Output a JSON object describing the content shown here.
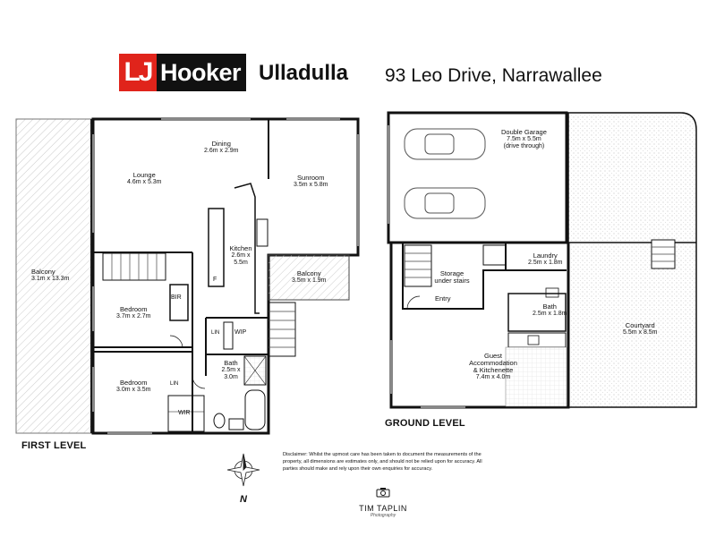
{
  "brand": {
    "logo_prefix": "LJ",
    "logo_word": "Hooker",
    "office": "Ulladulla",
    "logo_red": "#e0241b"
  },
  "property": {
    "address": "93 Leo Drive, Narrawallee"
  },
  "first_level": {
    "title": "FIRST LEVEL",
    "rooms": [
      {
        "name": "Balcony",
        "size": "3.1m x 13.3m"
      },
      {
        "name": "Lounge",
        "size": "4.6m x 5.3m"
      },
      {
        "name": "Dining",
        "size": "2.6m x 2.9m"
      },
      {
        "name": "Sunroom",
        "size": "3.5m x 5.8m"
      },
      {
        "name": "Kitchen",
        "size": "2.6m x 5.5m"
      },
      {
        "name": "Balcony",
        "size": "3.5m x 1.9m"
      },
      {
        "name": "Bedroom",
        "size": "3.7m x 2.7m"
      },
      {
        "name": "Bedroom",
        "size": "3.0m x 3.5m"
      },
      {
        "name": "Bath",
        "size": "2.5m x 3.0m"
      }
    ],
    "small_labels": [
      "BIR",
      "WIP",
      "LIN",
      "LIN",
      "WIR",
      "F"
    ]
  },
  "ground_level": {
    "title": "GROUND LEVEL",
    "rooms": [
      {
        "name": "Double Garage",
        "size": "7.5m x 5.5m",
        "note": "(drive through)"
      },
      {
        "name": "Laundry",
        "size": "2.5m x 1.8m"
      },
      {
        "name": "Storage under stairs",
        "size": ""
      },
      {
        "name": "Entry",
        "size": ""
      },
      {
        "name": "Bath",
        "size": "2.5m x 1.8m"
      },
      {
        "name": "Courtyard",
        "size": "5.5m x 8.5m"
      },
      {
        "name": "Guest Accommodation & Kitchenette",
        "size": "7.4m x 4.0m"
      }
    ]
  },
  "compass": {
    "letter": "N"
  },
  "disclaimer": "Disclaimer: Whilst the upmost care has been taken to document the measurements of the property, all dimensions are estimates only, and should not be relied upon for accuracy. All parties should make and rely upon their own enquiries for accuracy.",
  "photographer": {
    "name": "TIM TAPLIN",
    "subtitle": "Photography"
  }
}
